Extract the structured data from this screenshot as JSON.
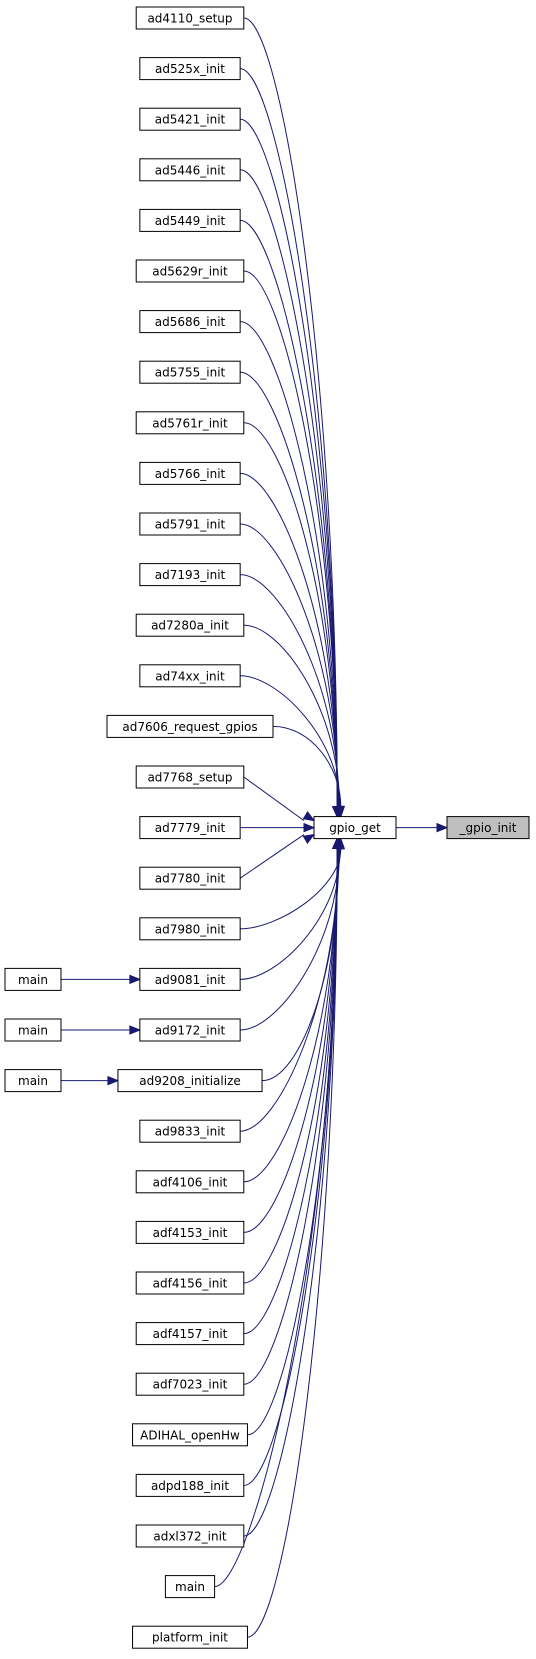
{
  "graph": {
    "hub": {
      "id": "gpio_get",
      "label": "gpio_get"
    },
    "target": {
      "id": "_gpio_init",
      "label": "_gpio_init",
      "highlighted": true
    },
    "callers": [
      {
        "id": "ad4110_setup",
        "label": "ad4110_setup"
      },
      {
        "id": "ad525x_init",
        "label": "ad525x_init"
      },
      {
        "id": "ad5421_init",
        "label": "ad5421_init"
      },
      {
        "id": "ad5446_init",
        "label": "ad5446_init"
      },
      {
        "id": "ad5449_init",
        "label": "ad5449_init"
      },
      {
        "id": "ad5629r_init",
        "label": "ad5629r_init"
      },
      {
        "id": "ad5686_init",
        "label": "ad5686_init"
      },
      {
        "id": "ad5755_init",
        "label": "ad5755_init"
      },
      {
        "id": "ad5761r_init",
        "label": "ad5761r_init"
      },
      {
        "id": "ad5766_init",
        "label": "ad5766_init"
      },
      {
        "id": "ad5791_init",
        "label": "ad5791_init"
      },
      {
        "id": "ad7193_init",
        "label": "ad7193_init"
      },
      {
        "id": "ad7280a_init",
        "label": "ad7280a_init"
      },
      {
        "id": "ad74xx_init",
        "label": "ad74xx_init"
      },
      {
        "id": "ad7606_request_gpios",
        "label": "ad7606_request_gpios"
      },
      {
        "id": "ad7768_setup",
        "label": "ad7768_setup"
      },
      {
        "id": "ad7779_init",
        "label": "ad7779_init"
      },
      {
        "id": "ad7780_init",
        "label": "ad7780_init"
      },
      {
        "id": "ad7980_init",
        "label": "ad7980_init"
      },
      {
        "id": "ad9081_init",
        "label": "ad9081_init",
        "caller": "main"
      },
      {
        "id": "ad9172_init",
        "label": "ad9172_init",
        "caller": "main"
      },
      {
        "id": "ad9208_initialize",
        "label": "ad9208_initialize",
        "caller": "main"
      },
      {
        "id": "ad9833_init",
        "label": "ad9833_init"
      },
      {
        "id": "adf4106_init",
        "label": "adf4106_init"
      },
      {
        "id": "adf4153_init",
        "label": "adf4153_init"
      },
      {
        "id": "adf4156_init",
        "label": "adf4156_init"
      },
      {
        "id": "adf4157_init",
        "label": "adf4157_init"
      },
      {
        "id": "adf7023_init",
        "label": "adf7023_init"
      },
      {
        "id": "ADIHAL_openHw",
        "label": "ADIHAL_openHw"
      },
      {
        "id": "adpd188_init",
        "label": "adpd188_init"
      },
      {
        "id": "adxl372_init",
        "label": "adxl372_init"
      },
      {
        "id": "main",
        "label": "main"
      },
      {
        "id": "platform_init",
        "label": "platform_init"
      }
    ]
  },
  "colors": {
    "edge": "#191970",
    "node_border": "#000000",
    "node_fill": "#ffffff",
    "highlight_fill": "#bfbfbf",
    "background": "#ffffff"
  }
}
